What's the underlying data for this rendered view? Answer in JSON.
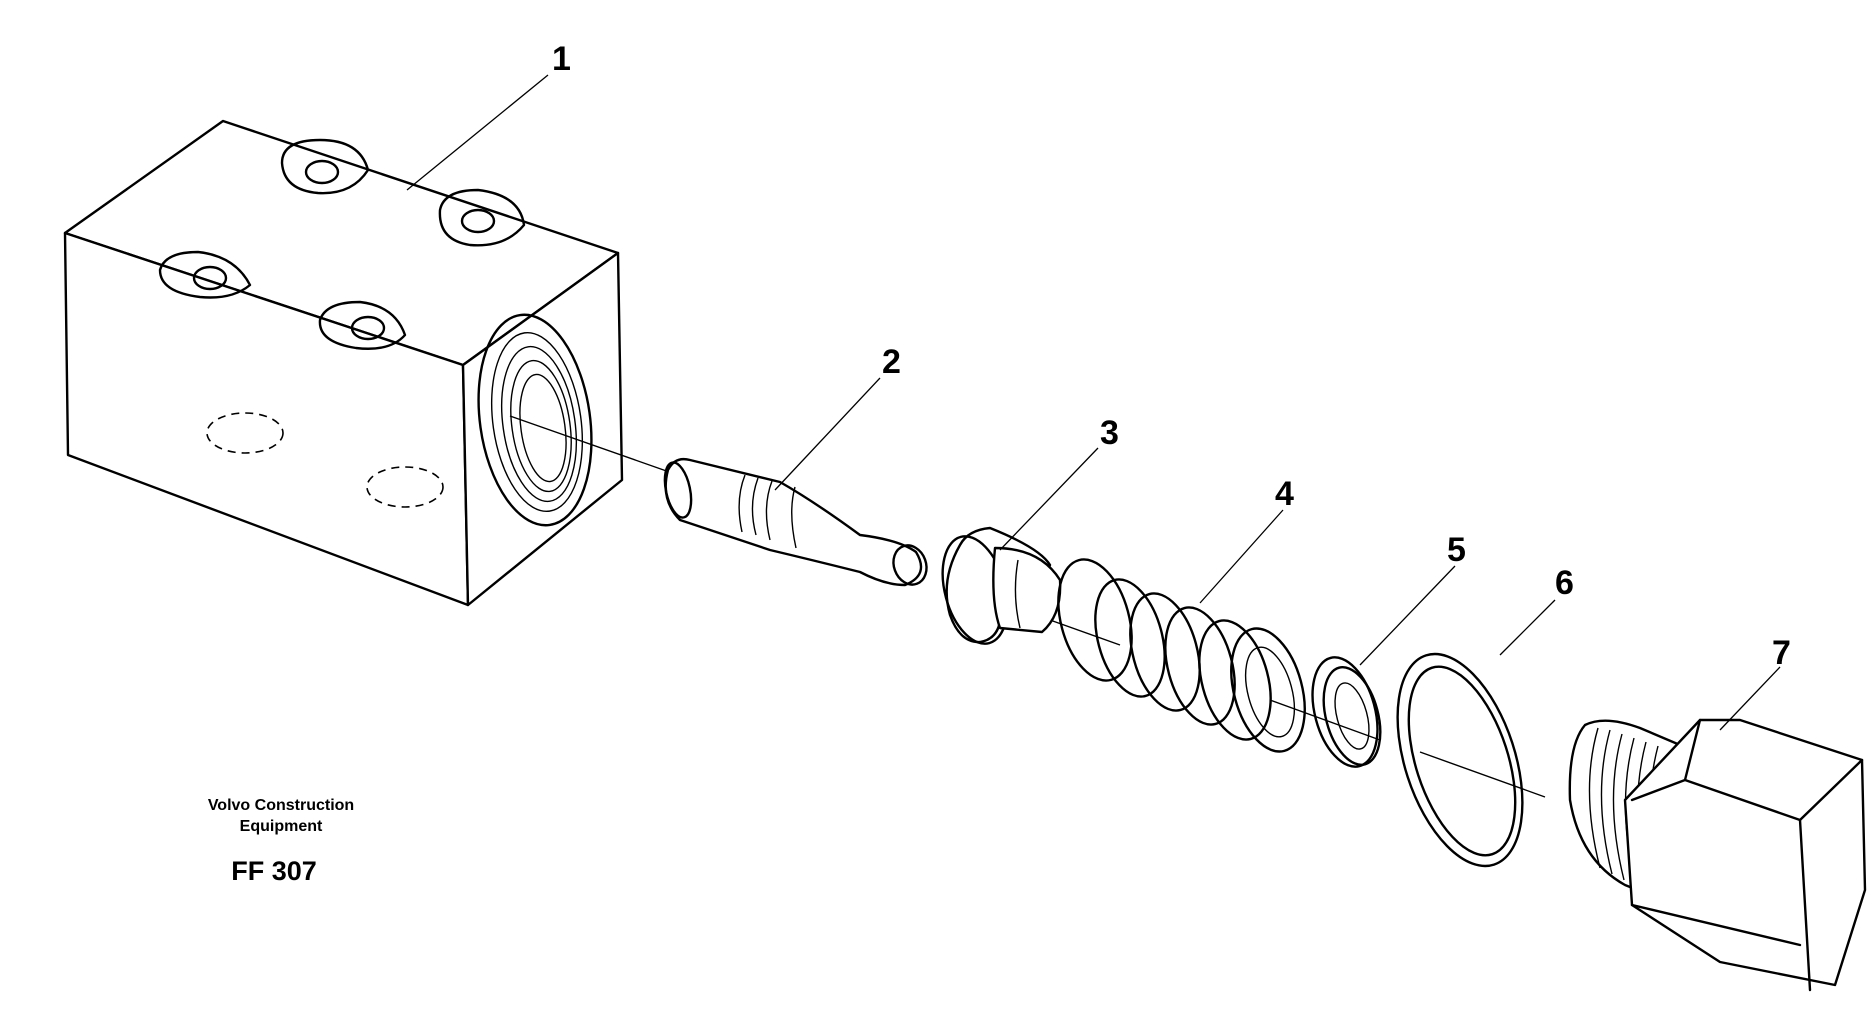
{
  "diagram": {
    "callouts": [
      "1",
      "2",
      "3",
      "4",
      "5",
      "6",
      "7"
    ],
    "manufacturer_line1": "Volvo Construction",
    "manufacturer_line2": "Equipment",
    "figure_code": "FF 307"
  }
}
